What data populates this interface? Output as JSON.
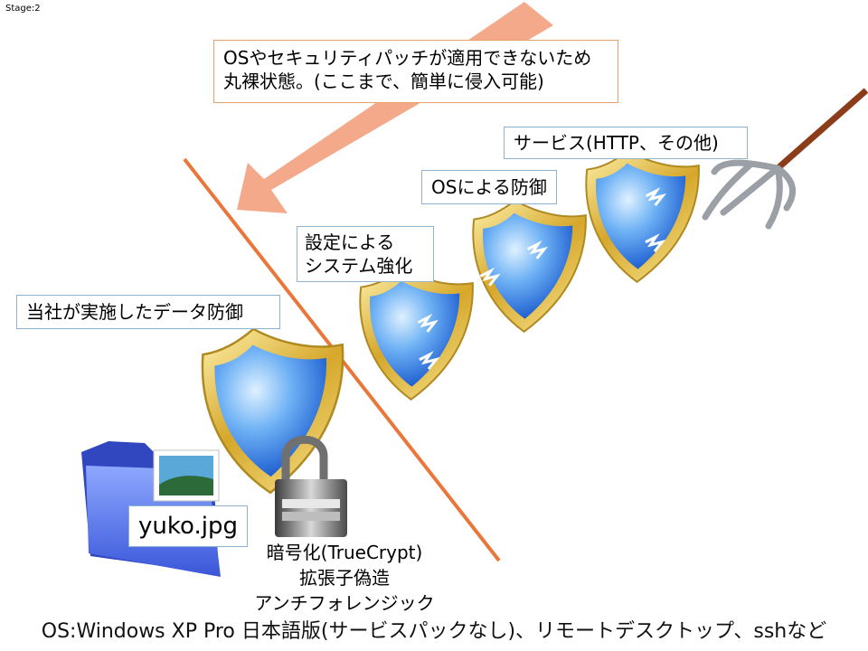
{
  "stage_label": "Stage:2",
  "arrow_note": {
    "line1": "OSやセキュリティパッチが適用できないため",
    "line2": "丸裸状態。(ここまで、簡単に侵入可能)"
  },
  "labels": {
    "service": "サービス(HTTP、その他)",
    "os_defense": "OSによる防御",
    "settings_line1": "設定による",
    "settings_line2": "システム強化",
    "data_defense": "当社が実施したデータ防御"
  },
  "file_name": "yuko.jpg",
  "measures": [
    "暗号化(TrueCrypt)",
    "拡張子偽造",
    "アンチフォレンジック"
  ],
  "footer": "OS:Windows XP Pro 日本語版(サービスパックなし)、リモートデスクトップ、sshなど",
  "colors": {
    "arrow": "#f4a98a",
    "barrier_line": "#e9773b",
    "shield_gold": "#d9b13a",
    "shield_blue": "#2f7be0",
    "folder_blue": "#4c6fe0",
    "trident": "#9aa0a6",
    "handle": "#8b3d1a"
  },
  "icons": [
    "shield-icon",
    "folder-icon",
    "photo-icon",
    "padlock-icon",
    "trident-icon",
    "lightning-crack-icon"
  ]
}
